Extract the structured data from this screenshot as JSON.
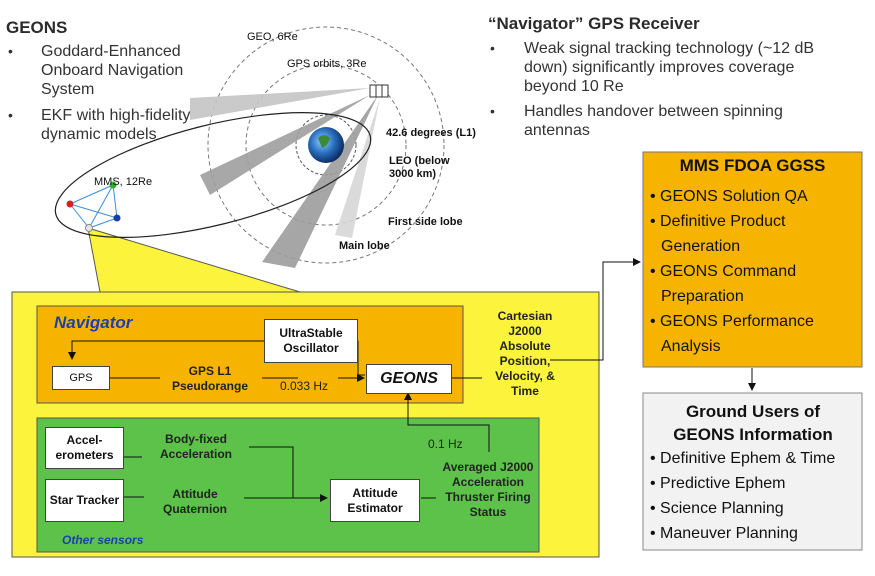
{
  "geons": {
    "title": "GEONS",
    "bullets": [
      "Goddard-Enhanced Onboard Navigation System",
      "EKF with high-fidelity dynamic models"
    ]
  },
  "receiver": {
    "title": "“Navigator” GPS Receiver",
    "bullets": [
      "Weak signal tracking technology (~12 dB down) significantly improves coverage beyond 10 Re",
      "Handles handover between spinning antennas"
    ]
  },
  "orbit_labels": {
    "geo": "GEO, 6Re",
    "gps": "GPS orbits, 3Re",
    "angle": "42.6 degrees (L1)",
    "leo": "LEO (below 3000 km)",
    "side_lobe": "First side lobe",
    "main_lobe": "Main lobe",
    "mms": "MMS, 12Re"
  },
  "navigator": {
    "title": "Navigator",
    "oscillator": "UltraStable Oscillator",
    "gps_box": "GPS",
    "pseudorange": "GPS L1 Pseudorange",
    "rate": "0.033 Hz",
    "geons_box": "GEONS"
  },
  "outputs": {
    "cartesian": "Cartesian J2000 Absolute Position, Velocity, & Time"
  },
  "sensors": {
    "accel_box": "Accel-erometers",
    "accel_label": "Body-fixed Acceleration",
    "star_box": "Star Tracker",
    "attitude_label": "Attitude Quaternion",
    "estimator_box": "Attitude Estimator",
    "other": "Other sensors",
    "rate": "0.1 Hz",
    "averaged": "Averaged J2000 Acceleration Thruster Firing Status"
  },
  "fdoa": {
    "title": "MMS FDOA GGSS",
    "items": [
      "GEONS Solution QA",
      "Definitive Product Generation",
      "GEONS Command Preparation",
      "GEONS Performance Analysis"
    ]
  },
  "users": {
    "title": "Ground Users of GEONS Information",
    "items": [
      "Definitive Ephem & Time",
      "Predictive Ephem",
      "Science Planning",
      "Maneuver Planning"
    ]
  },
  "colors": {
    "yellow_panel": "#fcf43c",
    "orange": "#f6b400",
    "green": "#5cc24a",
    "gray_panel": "#f2f2f2"
  }
}
